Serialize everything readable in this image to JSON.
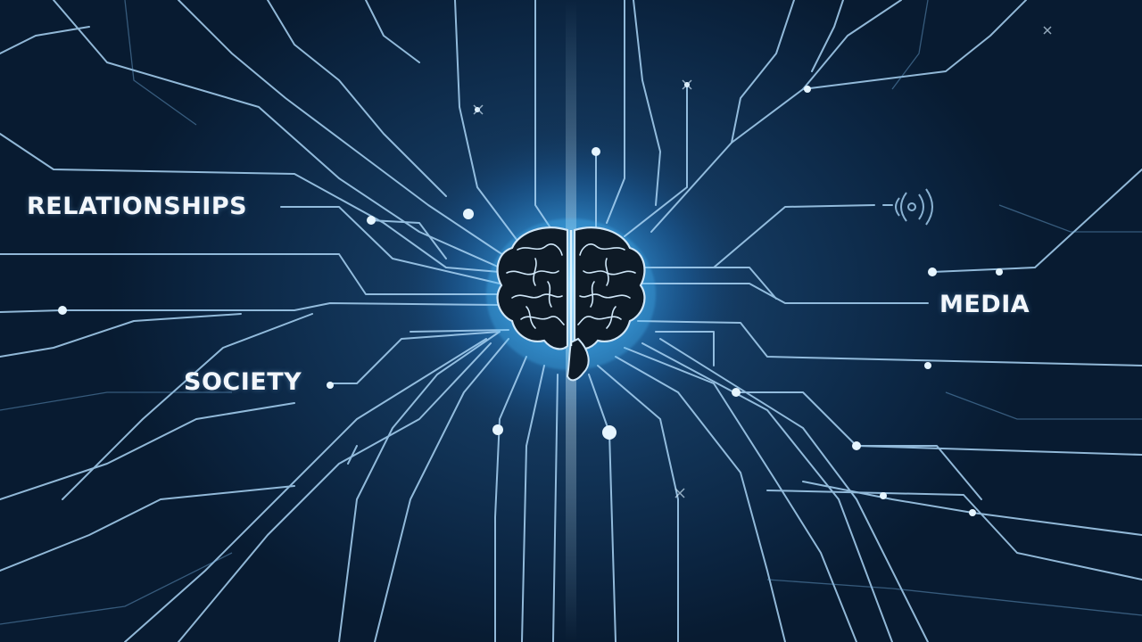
{
  "labels": {
    "relationships": "RELATIONSHIPS",
    "society": "SOCIETY",
    "media": "MEDIA"
  },
  "colors": {
    "background": "#0d2540",
    "circuit_line": "#a9d4f5",
    "glow": "#3fb4ff",
    "brain_fill": "#0e1a26",
    "brain_outline": "#cfe6f7",
    "label_text": "#f2f6fb"
  },
  "icons": {
    "center": "brain-icon",
    "signal": "signal-waves-icon"
  }
}
